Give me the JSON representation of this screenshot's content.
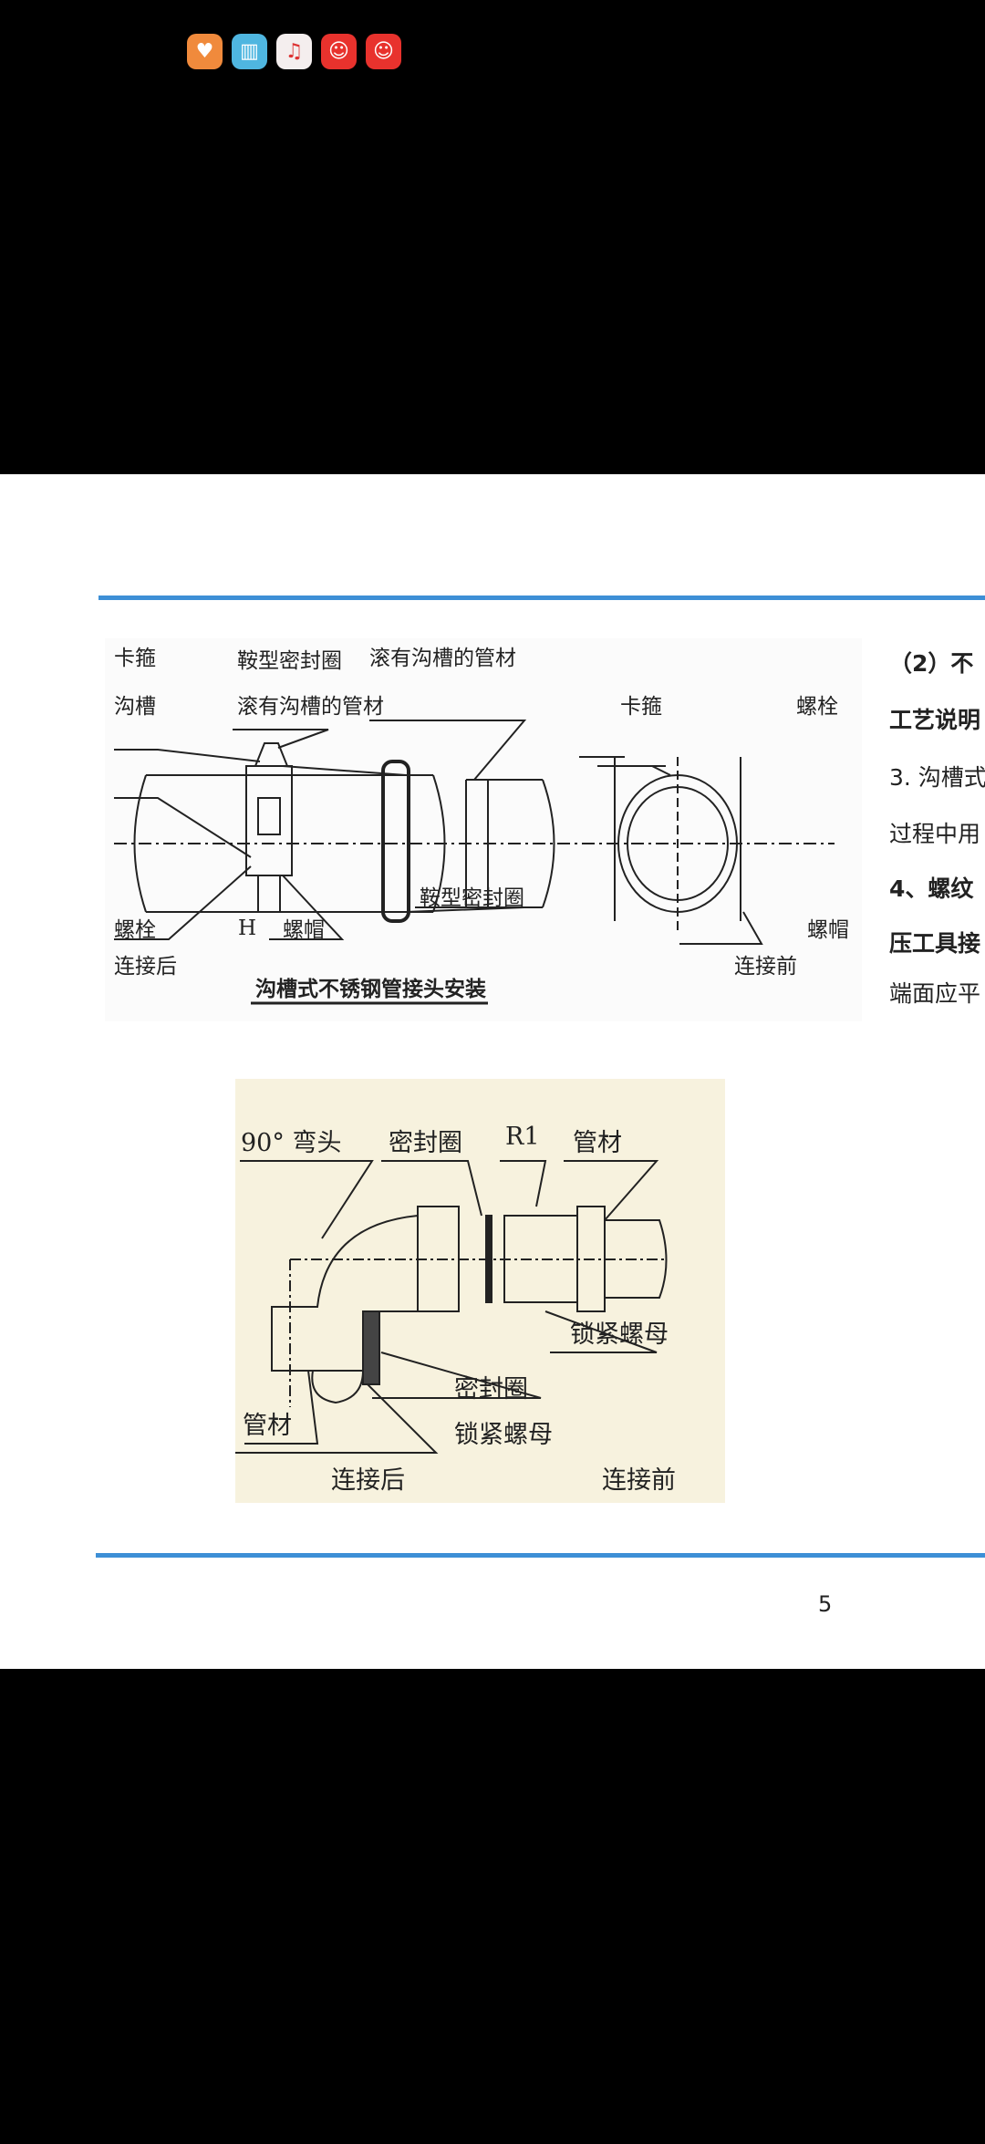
{
  "status_bar": {
    "apps": [
      {
        "name": "health",
        "icon": "heart-icon",
        "color": "#f08a3c"
      },
      {
        "name": "books",
        "icon": "book-icon",
        "color": "#4fb6e0"
      },
      {
        "name": "music",
        "icon": "music-note-icon",
        "color": "#f4eeee"
      },
      {
        "name": "jd-app-1",
        "icon": "mascot-icon",
        "color": "#e8322d"
      },
      {
        "name": "jd-app-2",
        "icon": "mascot-icon",
        "color": "#e8322d"
      }
    ]
  },
  "figure1": {
    "labels": {
      "clamp": "卡箍",
      "groove": "沟槽",
      "saddle_seal": "鞍型密封圈",
      "grooved_pipe": "滚有沟槽的管材",
      "grooved_pipe_2": "滚有沟槽的管材",
      "bolt": "螺栓",
      "nut": "螺帽",
      "h": "H",
      "saddle_seal_2": "鞍型密封圈",
      "clamp_2": "卡箍",
      "bolt_2": "螺栓",
      "nut_2": "螺帽",
      "after": "连接后",
      "before": "连接前"
    },
    "caption": "沟槽式不锈钢管接头安装"
  },
  "side_text": [
    "（2）不",
    "工艺说明",
    "3. 沟槽式",
    "过程中用",
    "4、螺纹",
    "压工具接",
    "端面应平"
  ],
  "figure2": {
    "labels": {
      "elbow": "90° 弯头",
      "seal": "密封圈",
      "r1": "R1",
      "pipe": "管材",
      "locknut": "锁紧螺母",
      "seal_2": "密封圈",
      "pipe_2": "管材",
      "locknut_2": "锁紧螺母",
      "after": "连接后",
      "before": "连接前"
    }
  },
  "page_number": "5",
  "accent_color": "#3d8fd6"
}
